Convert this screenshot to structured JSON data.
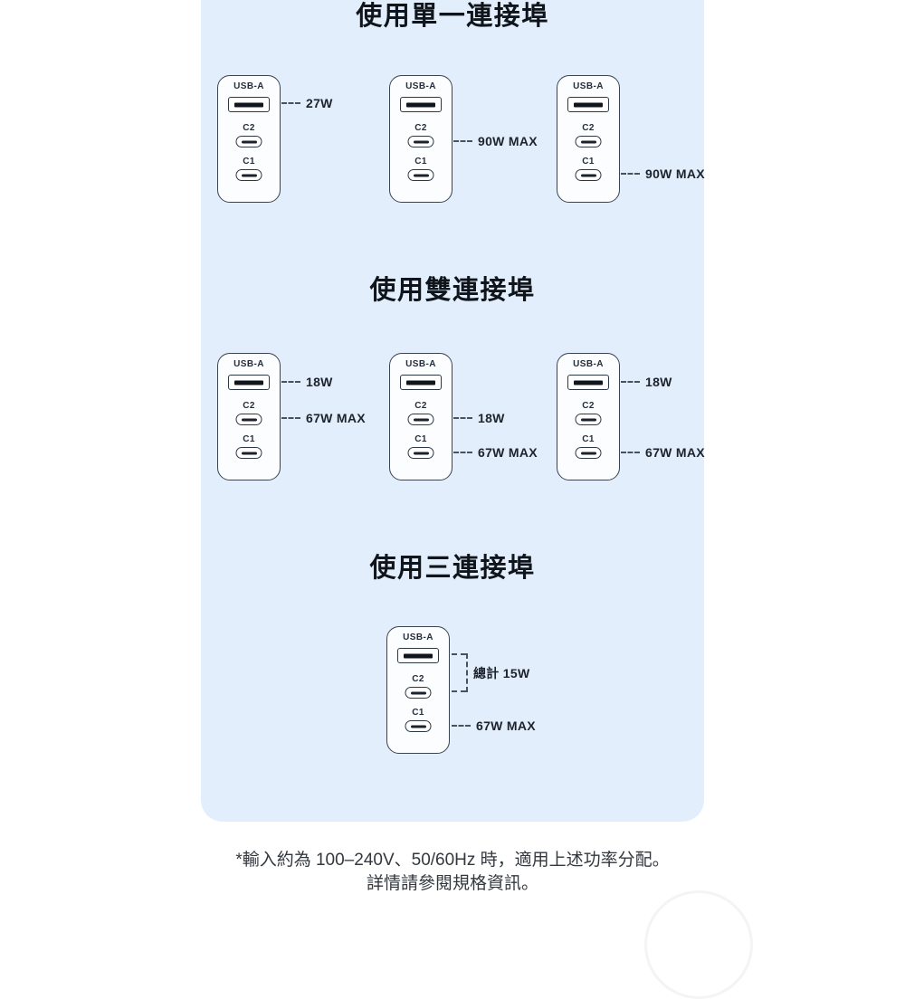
{
  "page": {
    "background": "#ffffff",
    "panel_color": "#e3eefc"
  },
  "port_labels": {
    "usba": "USB-A",
    "c2": "C2",
    "c1": "C1"
  },
  "sections": [
    {
      "title": "使用單一連接埠",
      "chargers": [
        {
          "annotations": [
            {
              "port": "USB-A",
              "label": "27W"
            }
          ]
        },
        {
          "annotations": [
            {
              "port": "C2",
              "label": "90W MAX"
            }
          ]
        },
        {
          "annotations": [
            {
              "port": "C1",
              "label": "90W MAX"
            }
          ]
        }
      ]
    },
    {
      "title": "使用雙連接埠",
      "chargers": [
        {
          "annotations": [
            {
              "port": "USB-A",
              "label": "18W"
            },
            {
              "port": "C2",
              "label": "67W MAX"
            }
          ]
        },
        {
          "annotations": [
            {
              "port": "C2",
              "label": "18W"
            },
            {
              "port": "C1",
              "label": "67W MAX"
            }
          ]
        },
        {
          "annotations": [
            {
              "port": "USB-A",
              "label": "18W"
            },
            {
              "port": "C1",
              "label": "67W MAX"
            }
          ]
        }
      ]
    },
    {
      "title": "使用三連接埠",
      "chargers": [
        {
          "annotations": [
            {
              "port": "USB-A + C2",
              "label": "總計 15W"
            },
            {
              "port": "C1",
              "label": "67W MAX"
            }
          ]
        }
      ]
    }
  ],
  "footnote": {
    "line1": "*輸入約為 100–240V、50/60Hz 時，適用上述功率分配。",
    "line2": "詳情請參閱規格資訊。"
  }
}
